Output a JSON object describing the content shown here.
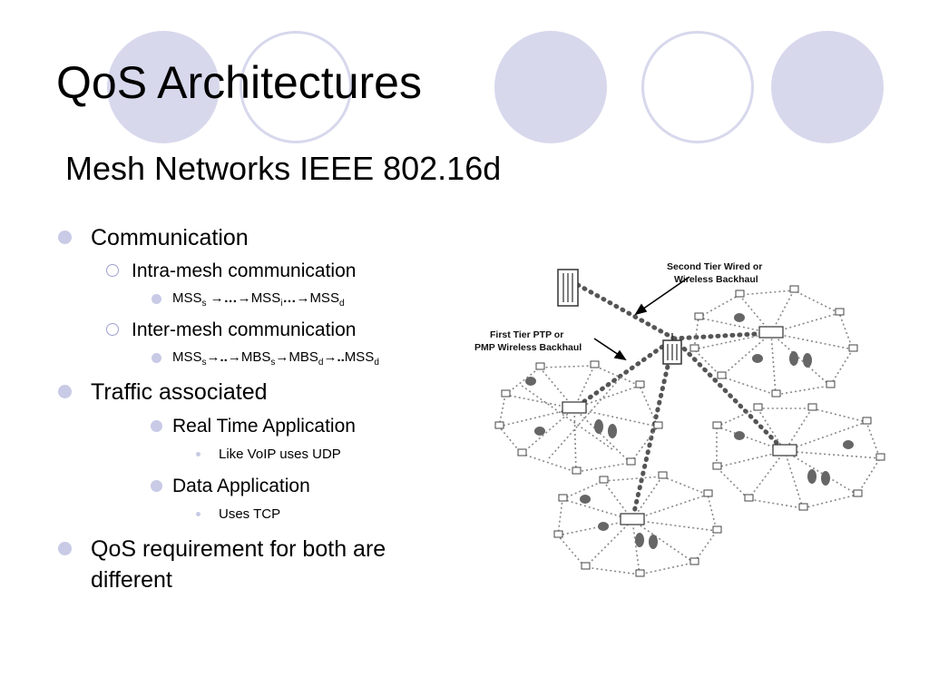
{
  "slide": {
    "title": "QoS Architectures",
    "subtitle": "Mesh Networks IEEE 802.16d",
    "accent_color": "#d7d8ec",
    "bullet_color": "#c8cae6"
  },
  "bullets": {
    "communication": "Communication",
    "intra_mesh": "Intra-mesh communication",
    "intra_path": {
      "mss": "MSS",
      "s": "s",
      "arrow1": " →…→",
      "mssi": "MSS",
      "i": "i",
      "arrow2": "…→",
      "mssd": "MSS",
      "d": "d"
    },
    "inter_mesh": "Inter-mesh communication",
    "inter_path": {
      "mss": "MSS",
      "s1": "s",
      "arrow1": "→..→",
      "mbs_s": "MBS",
      "s2": "s",
      "arrow2": "→",
      "mbs_d": "MBS",
      "d1": "d",
      "arrow3": "→..",
      "mss_d": "MSS",
      "d2": "d"
    },
    "traffic": "Traffic associated",
    "real_time": "Real Time Application",
    "voip": "Like VoIP uses UDP",
    "data_app": "Data Application",
    "tcp": "Uses TCP",
    "qos_req_line1": "QoS requirement for both are",
    "qos_req_line2": "different"
  },
  "diagram": {
    "label_second_tier_1": "Second Tier Wired or",
    "label_second_tier_2": "Wireless Backhaul",
    "label_first_tier_1": "First Tier PTP or",
    "label_first_tier_2": "PMP Wireless Backhaul"
  }
}
